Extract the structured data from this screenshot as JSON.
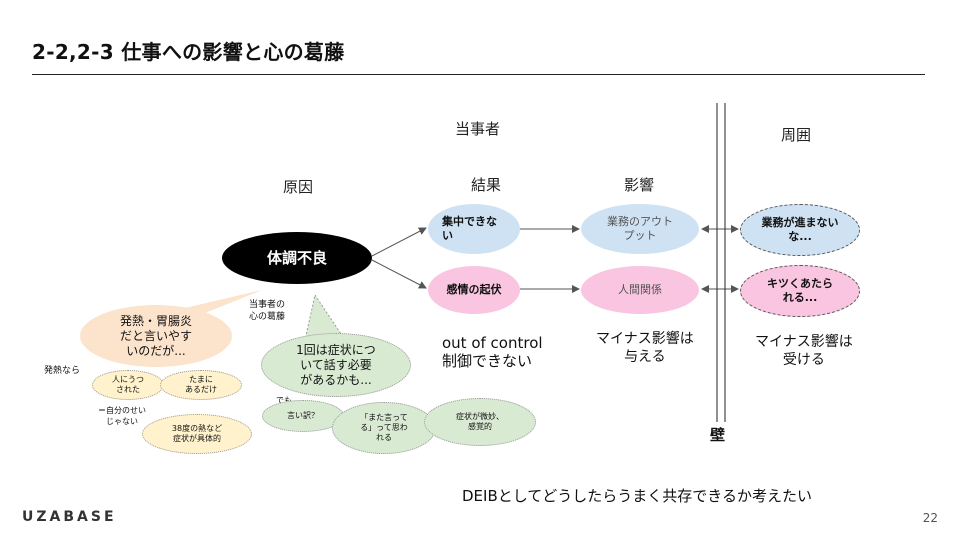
{
  "slide": {
    "title": "2-2,2-3 仕事への影響と心の葛藤",
    "page_number": "22",
    "logo": "UZABASE",
    "footer_text": "DEIBとしてどうしたらうまく共存できるか考えたい"
  },
  "headers": {
    "party": "当事者",
    "surroundings": "周囲",
    "cause": "原因",
    "result": "結果",
    "impact": "影響",
    "wall": "壁"
  },
  "nodes": {
    "cause": "体調不良",
    "result_focus": "集中できない",
    "result_emotion": "感情の起伏",
    "impact_output": "業務のアウトプット",
    "impact_relation": "人間関係",
    "peer_work": "業務が進まないな...",
    "peer_harsh": "キツくあたられる..."
  },
  "captions": {
    "result": "out of control\n制御できない",
    "impact": "マイナス影響は\n与える",
    "peer": "マイナス影響は\n受ける",
    "inner_conflict": "当事者の\n心の葛藤"
  },
  "thoughts": {
    "fever_bubble": "発熱・胃腸炎\nだと言いやす\nいのだが...",
    "fever_prefix": "発熱なら",
    "moved_by_someone": "人にうつ\nされた",
    "just_occasional": "たまに\nあるだけ",
    "not_my_fault": "＝自分のせい\nじゃない",
    "concrete_symptoms": "38度の熱など\n症状が具体的",
    "once_bubble": "1回は症状につ\nいて話す必要\nがあるかも...",
    "but": "でも",
    "excuse": "言い訳？",
    "again": "「また言って\nる」って思わ\nれる",
    "subtle": "症状が微妙、\n感覚的"
  }
}
